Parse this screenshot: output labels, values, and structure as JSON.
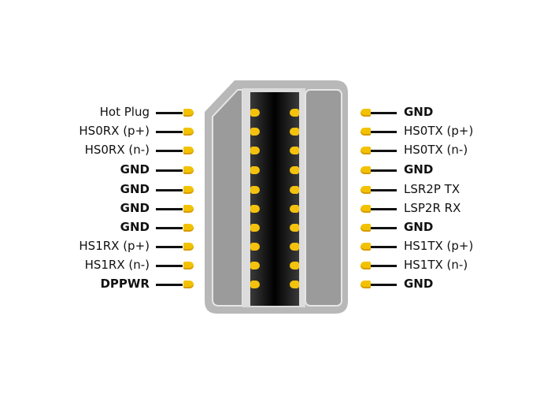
{
  "left_pins": [
    {
      "label": "Hot Plug",
      "bold": false
    },
    {
      "label": "HS0RX (p+)",
      "bold": false
    },
    {
      "label": "HS0RX (n-)",
      "bold": false
    },
    {
      "label": "GND",
      "bold": true
    },
    {
      "label": "GND",
      "bold": true
    },
    {
      "label": "GND",
      "bold": true
    },
    {
      "label": "GND",
      "bold": true
    },
    {
      "label": "HS1RX (p+)",
      "bold": false
    },
    {
      "label": "HS1RX (n-)",
      "bold": false
    },
    {
      "label": "DPPWR",
      "bold": true
    }
  ],
  "right_pins": [
    {
      "label": "GND",
      "bold": true
    },
    {
      "label": "HS0TX (p+)",
      "bold": false
    },
    {
      "label": "HS0TX (n-)",
      "bold": false
    },
    {
      "label": "GND",
      "bold": true
    },
    {
      "label": "LSR2P TX",
      "bold": false
    },
    {
      "label": "LSP2R RX",
      "bold": false
    },
    {
      "label": "GND",
      "bold": true
    },
    {
      "label": "HS1TX (p+)",
      "bold": false
    },
    {
      "label": "HS1TX (n-)",
      "bold": false
    },
    {
      "label": "GND",
      "bold": true
    }
  ],
  "colors": {
    "pin": "#f2c200",
    "shell": "#bdbdbd",
    "slot": "#111111"
  }
}
